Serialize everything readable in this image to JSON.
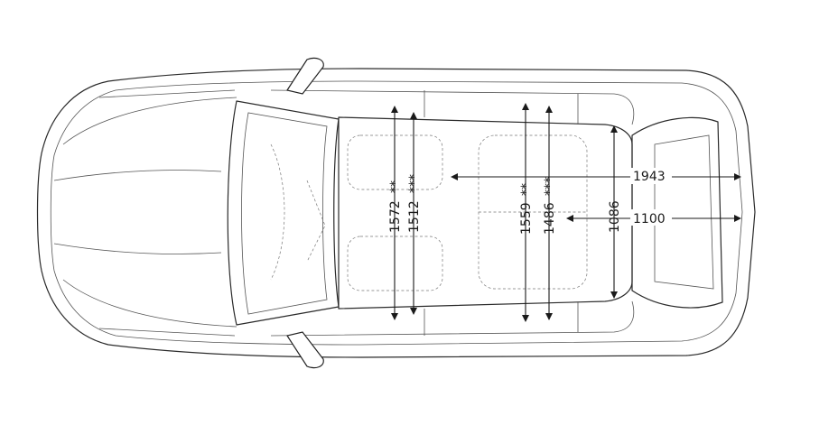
{
  "diagram": {
    "dimensions": {
      "rear_width_top": "1943",
      "rear_width_low": "1100",
      "rear_opening": "1086",
      "front_shoulder": "1572",
      "front_hip": "1512",
      "rear_shoulder": "1559",
      "rear_hip": "1486"
    },
    "markers": {
      "front_shoulder": "**",
      "front_hip": "***",
      "rear_shoulder": "**",
      "rear_hip": "***"
    }
  }
}
